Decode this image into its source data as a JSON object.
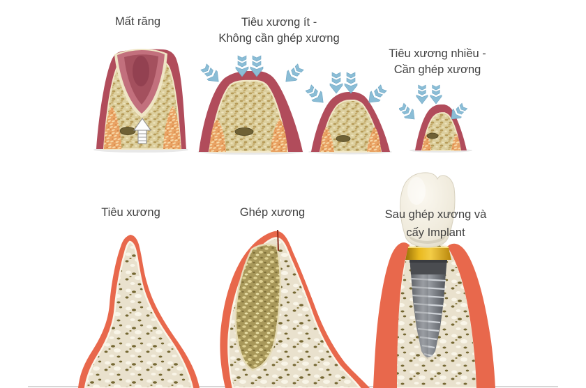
{
  "figure": {
    "title_implied": "Bone resorption and bone grafting for dental implant",
    "background": "#ffffff"
  },
  "labels": {
    "top": [
      {
        "id": "tooth-loss",
        "lines": [
          "Mất răng"
        ]
      },
      {
        "id": "minor-bone-loss",
        "lines": [
          "Tiêu xương ít -",
          "Không cần ghép xương"
        ]
      },
      {
        "id": "major-bone-loss",
        "lines": [
          "Tiêu xương nhiều -",
          "Cần ghép xương"
        ]
      }
    ],
    "bottom": [
      {
        "id": "bone-loss",
        "lines": [
          "Tiêu xương"
        ]
      },
      {
        "id": "bone-graft",
        "lines": [
          "Ghép xương"
        ]
      },
      {
        "id": "after-graft-implant",
        "lines": [
          "Sau ghép xương và",
          "cấy Implant"
        ]
      }
    ]
  },
  "icons": {
    "resorption_arrow": "pressure-arrow-down",
    "healing_arrow": "arrow-up"
  },
  "colors": {
    "gum_top_row": "#b14c5b",
    "socket_inner": "#a4505e",
    "bone_top_row": "#dccf9e",
    "bone_speckle": "#b69b58",
    "marrow_orange": "#e9a263",
    "cortical_line": "#f1e7c7",
    "gum_bottom_row": "#e8684c",
    "bone_bottom_row": "#e9e1cd",
    "bone_blot_olive": "#756833",
    "graft_material": "#a8985a",
    "arrow_blue": "#8abdd6",
    "implant_gray": "#595d63",
    "abutment_gold": "#e9b91f",
    "crown_white": "#f6f2e6",
    "text": "#3f3f3f",
    "baseline_gray": "#d6d6d6"
  }
}
